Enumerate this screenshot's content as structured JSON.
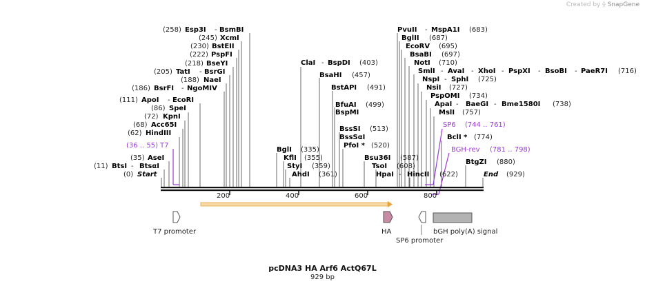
{
  "credit": {
    "prefix": "Created by",
    "brand": "SnapGene"
  },
  "plasmid": {
    "name": "pcDNA3 HA Arf6 ActQ67L",
    "length_label": "929 bp"
  },
  "labels": [
    {
      "text": "Esp3I",
      "pos": "(258)",
      "alias": "BsmBI"
    },
    {
      "text": "XcmI",
      "pos": "(245)"
    },
    {
      "text": "BstEII",
      "pos": "(230)"
    },
    {
      "text": "PspFI",
      "pos": "(222)"
    },
    {
      "text": "BseYI",
      "pos": "(218)"
    },
    {
      "text": "TatI",
      "pos": "(205)",
      "alias": "BsrGI"
    },
    {
      "text": "NaeI",
      "pos": "(188)"
    },
    {
      "text": "BsrFI",
      "pos": "(186)",
      "alias": "NgoMIV"
    },
    {
      "text": "ApoI",
      "pos": "(111)",
      "alias": "EcoRI"
    },
    {
      "text": "SpeI",
      "pos": "(86)"
    },
    {
      "text": "KpnI",
      "pos": "(72)"
    },
    {
      "text": "Acc65I",
      "pos": "(68)"
    },
    {
      "text": "HindIII",
      "pos": "(62)"
    },
    {
      "text": "AseI",
      "pos": "(35)"
    },
    {
      "text": "BtsI",
      "pos": "(11)",
      "alias": "BtsαI"
    },
    {
      "text": "Start",
      "pos": "(0)"
    },
    {
      "text": "ClaI",
      "pos": "(403)",
      "alias": "BspDI"
    },
    {
      "text": "BsaHI",
      "pos": "(457)"
    },
    {
      "text": "BstAPI",
      "pos": "(491)"
    },
    {
      "text": "BfuAI",
      "pos": "(499)"
    },
    {
      "text": "BspMI",
      "pos": ""
    },
    {
      "text": "BssSI",
      "pos": "(513)"
    },
    {
      "text": "BssSαI",
      "pos": ""
    },
    {
      "text": "PfoI *",
      "pos": "(520)"
    },
    {
      "text": "BglI",
      "pos": "(335)"
    },
    {
      "text": "KflI",
      "pos": "(355)"
    },
    {
      "text": "StyI",
      "pos": "(359)"
    },
    {
      "text": "AhdI",
      "pos": "(361)"
    },
    {
      "text": "Bsu36I",
      "pos": "(587)"
    },
    {
      "text": "TsoI",
      "pos": "(608)"
    },
    {
      "text": "HpaI",
      "pos": "",
      "alias": "HincII"
    },
    {
      "text": "PvuII",
      "pos": "(683)",
      "alias": "MspA1I"
    },
    {
      "text": "BglII",
      "pos": "(687)"
    },
    {
      "text": "EcoRV",
      "pos": "(695)"
    },
    {
      "text": "BsaBI",
      "pos": "(697)"
    },
    {
      "text": "NotI",
      "pos": "(710)"
    },
    {
      "text": "SmlI",
      "pos": "(716)",
      "alias": "AvaI",
      "alias2": "XhoI",
      "alias3": "PspXI",
      "alias4": "BsoBI",
      "alias5": "PaeR7I"
    },
    {
      "text": "NspI",
      "pos": "(725)",
      "alias": "SphI"
    },
    {
      "text": "NsiI",
      "pos": "(727)"
    },
    {
      "text": "PspOMI",
      "pos": "(734)"
    },
    {
      "text": "ApaI",
      "pos": "(738)",
      "alias": "BaeGI",
      "alias2": "Bme1580I"
    },
    {
      "text": "MslI",
      "pos": "(757)"
    },
    {
      "text": "BclI *",
      "pos": "(774)"
    },
    {
      "text": "BtgZI",
      "pos": "(880)"
    },
    {
      "text": "End",
      "pos": "(929)"
    },
    {
      "text": "(622)",
      "pos": ""
    }
  ],
  "primers": [
    {
      "name": "T7",
      "range": "(36 .. 55)"
    },
    {
      "name": "SP6",
      "range": "(744 .. 761)"
    },
    {
      "name": "BGH-rev",
      "range": "(781 .. 798)"
    }
  ],
  "ruler": [
    "200",
    "400",
    "600",
    "800"
  ],
  "features": [
    {
      "name": "T7 promoter"
    },
    {
      "name": "HA"
    },
    {
      "name": "SP6 promoter"
    },
    {
      "name": "bGH poly(A) signal"
    }
  ],
  "colors": {
    "primer": "#9b38d6",
    "orf_fill": "#f7d9a6",
    "orf_edge": "#e8a33d",
    "ha": "#c98aa6",
    "polya": "#b3b3b3"
  }
}
